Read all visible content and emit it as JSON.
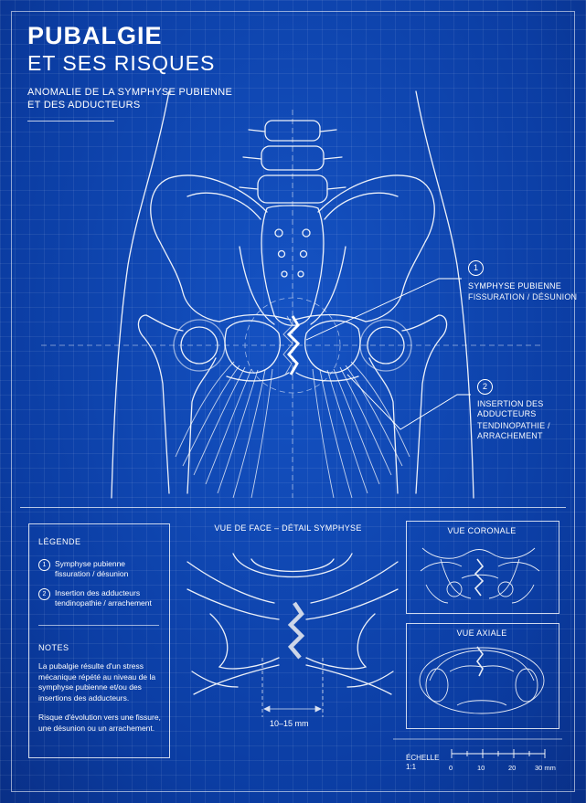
{
  "header": {
    "title_line1": "PUBALGIE",
    "title_line2": "ET SES RISQUES",
    "subtitle_line1": "ANOMALIE DE LA SYMPHYSE PUBIENNE",
    "subtitle_line2": "ET DES ADDUCTEURS"
  },
  "callouts": [
    {
      "number": "1",
      "title": "SYMPHYSE PUBIENNE",
      "sub": "FISSURATION / DÉSUNION"
    },
    {
      "number": "2",
      "title_line1": "INSERTION DES",
      "title_line2": "ADDUCTEURS",
      "sub_line1": "TENDINOPATHIE /",
      "sub_line2": "ARRACHEMENT"
    }
  ],
  "legend": {
    "heading": "LÉGENDE",
    "items": [
      {
        "number": "1",
        "line1": "Symphyse pubienne",
        "line2": "fissuration / désunion"
      },
      {
        "number": "2",
        "line1": "Insertion des adducteurs",
        "line2": "tendinopathie / arrachement"
      }
    ]
  },
  "notes": {
    "heading": "NOTES",
    "paragraph1": "La pubalgie résulte d'un stress mécanique répété au niveau de la symphyse pubienne et/ou des insertions des adducteurs.",
    "paragraph2": "Risque d'évolution vers une fissure, une désunion ou un arrachement."
  },
  "front_detail": {
    "title": "VUE DE FACE – DÉTAIL SYMPHYSE",
    "dimension": "10–15 mm"
  },
  "views": {
    "coronal_title": "VUE CORONALE",
    "axial_title": "VUE AXIALE"
  },
  "scale": {
    "label_line1": "ÉCHELLE",
    "label_line2": "1:1",
    "ticks": [
      "0",
      "10",
      "20",
      "30 mm"
    ]
  },
  "colors": {
    "background": "#0d43b0",
    "line": "#ffffff"
  }
}
